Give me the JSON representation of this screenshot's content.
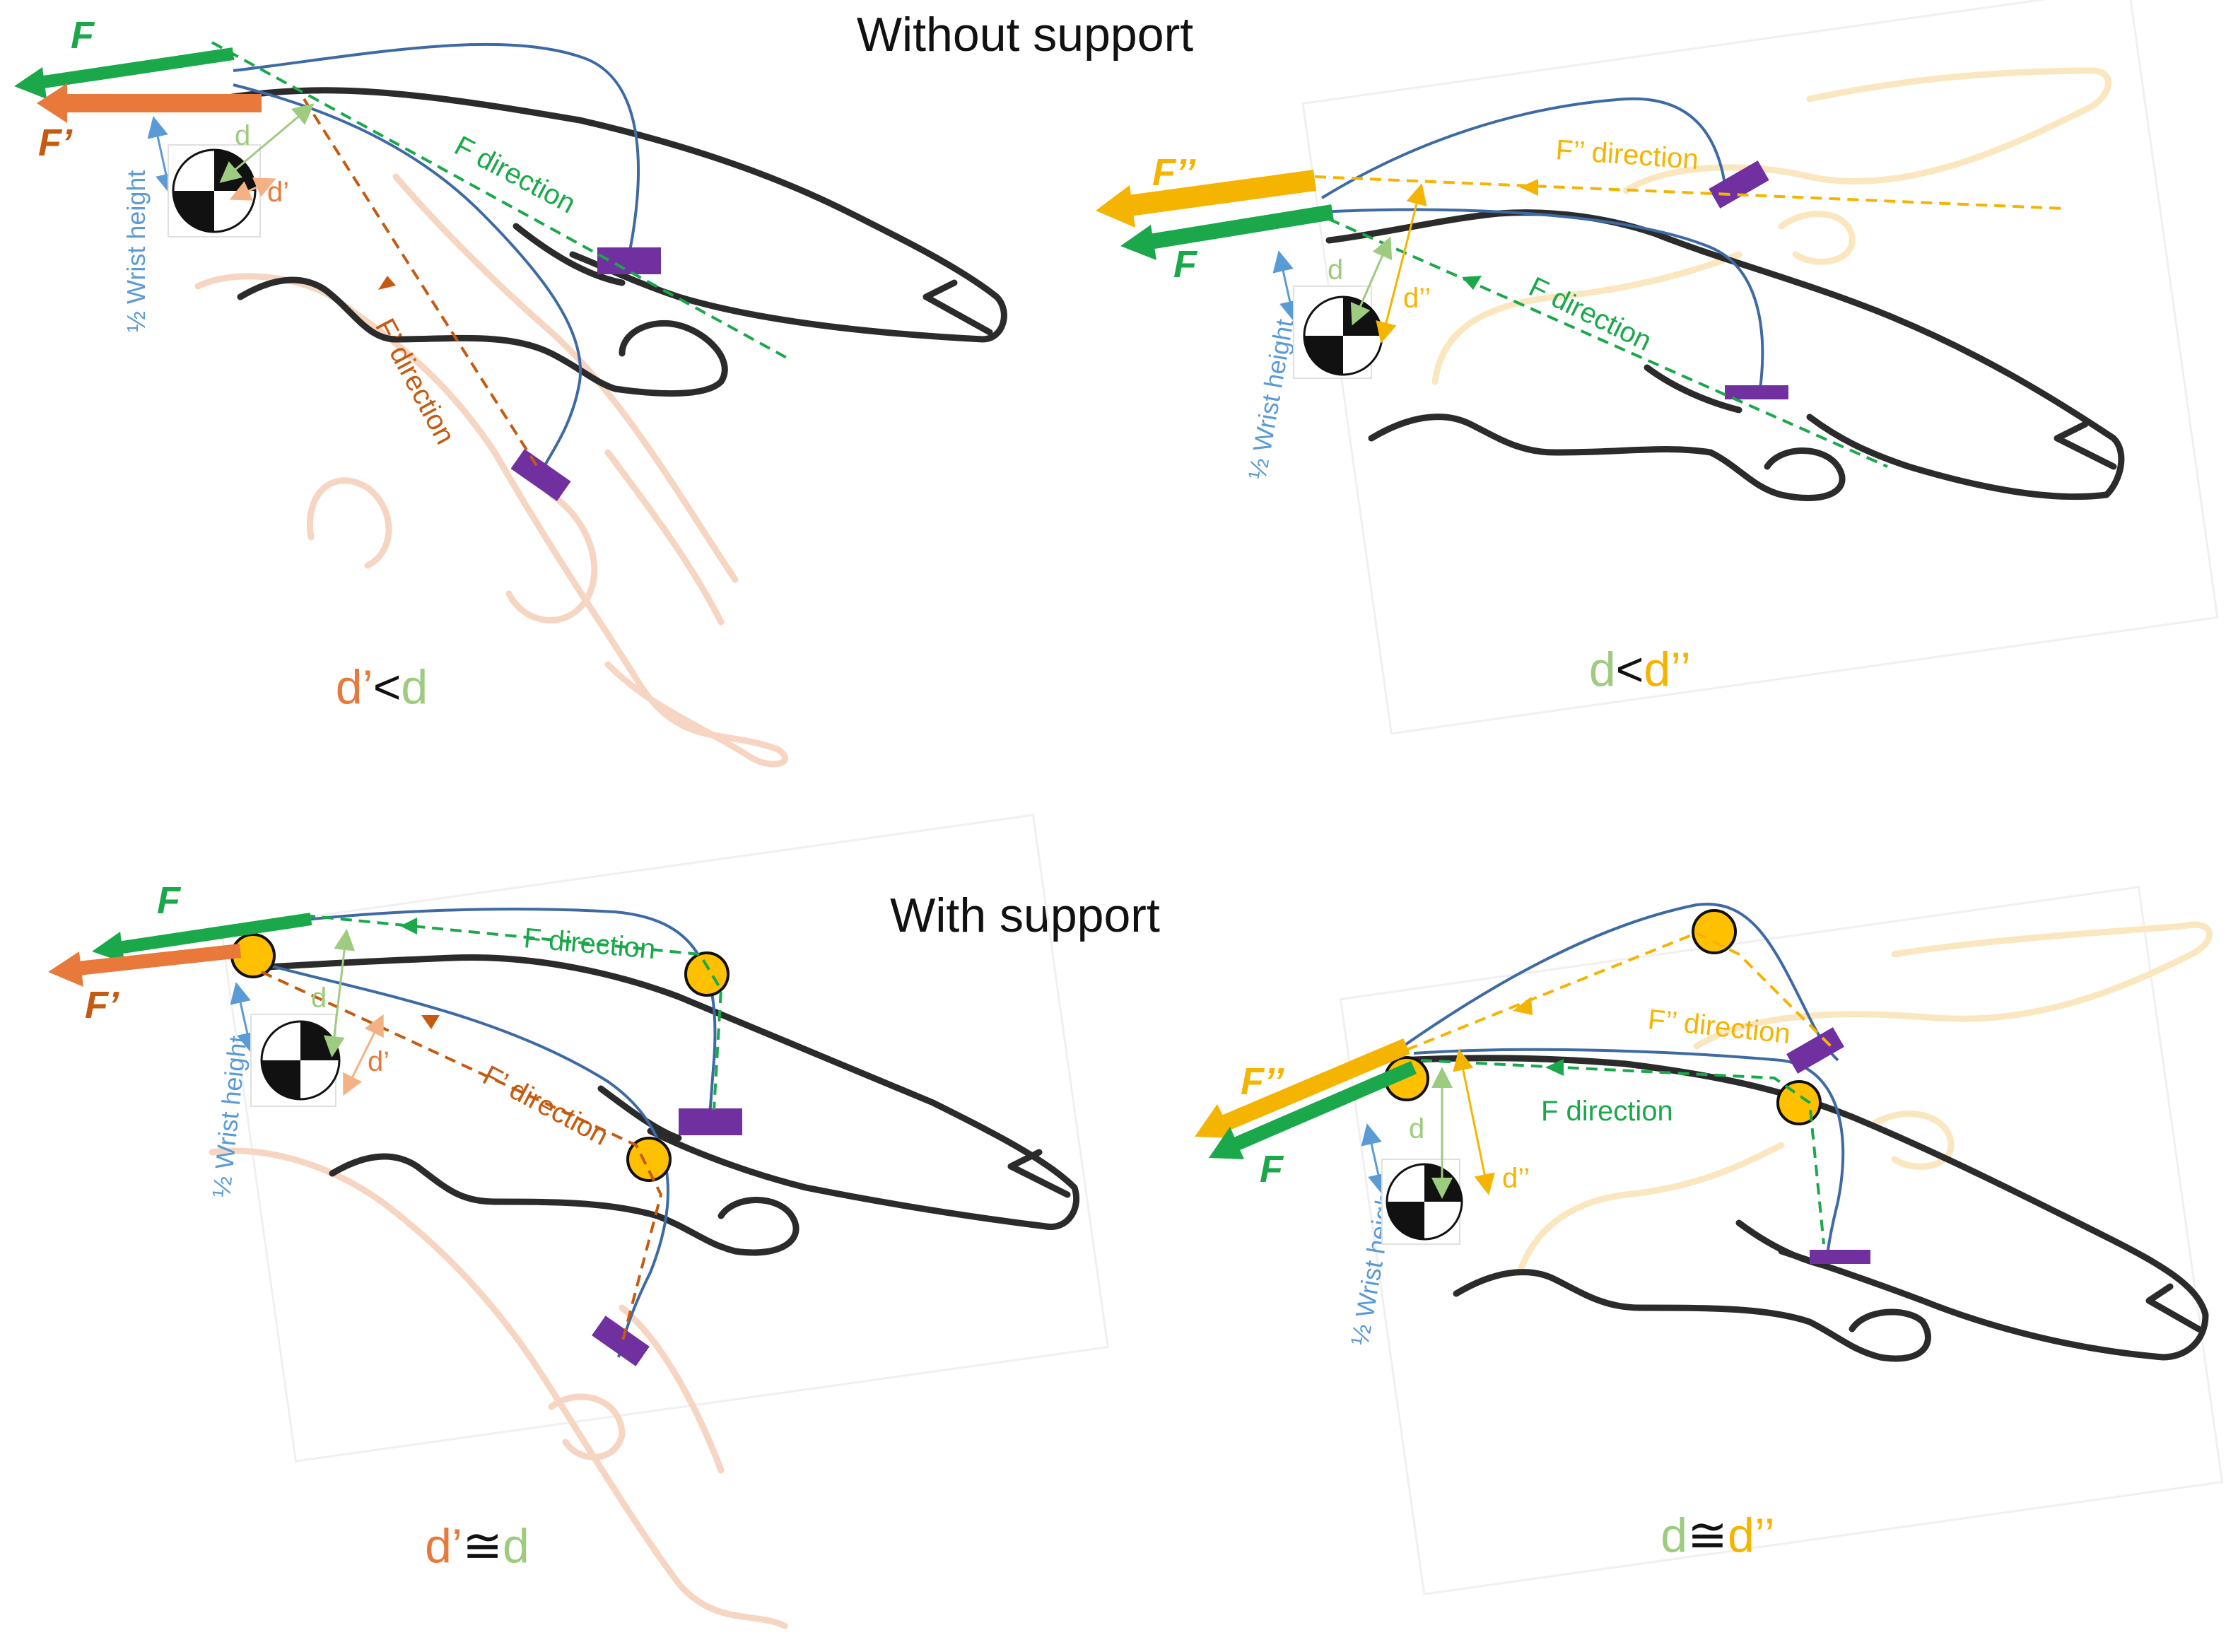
{
  "headings": {
    "top": "Without support",
    "bottom": "With support"
  },
  "colors": {
    "green": "#1aa84b",
    "orange": "#e8793a",
    "orange_dark": "#c55a11",
    "yellow": "#f5b400",
    "purple": "#7030a0",
    "blue": "#5b9bd5",
    "light_green": "#9dcb7f",
    "hand_ghost": "#f6d5c2",
    "hand_ghost_yellow": "#fbe7bf"
  },
  "panels": {
    "top_left": {
      "force_primary": "F",
      "force_secondary": "F’",
      "direction_primary": "F direction",
      "direction_secondary": "F’ direction",
      "wrist": "½ Wrist height",
      "arm_primary": "d",
      "arm_secondary": "d’",
      "relation": {
        "left": "d’",
        "op": "<",
        "right": "d"
      }
    },
    "top_right": {
      "force_primary": "F",
      "force_secondary": "F’’",
      "direction_primary": "F direction",
      "direction_secondary": "F’’ direction",
      "wrist": "½ Wrist height",
      "arm_primary": "d",
      "arm_secondary": "d’’",
      "relation": {
        "left": "d",
        "op": "<",
        "right": "d’’"
      }
    },
    "bottom_left": {
      "force_primary": "F",
      "force_secondary": "F’",
      "direction_primary": "F direction",
      "direction_secondary": "F’ direction",
      "wrist": "½ Wrist height",
      "arm_primary": "d",
      "arm_secondary": "d’",
      "relation": {
        "left": "d’",
        "op": "≅",
        "right": "d"
      }
    },
    "bottom_right": {
      "force_primary": "F",
      "force_secondary": "F’’",
      "direction_primary": "F direction",
      "direction_secondary": "F’’ direction",
      "wrist": "½ Wrist height",
      "arm_primary": "d",
      "arm_secondary": "d’’",
      "relation": {
        "left": "d",
        "op": "≅",
        "right": "d’’"
      }
    }
  }
}
